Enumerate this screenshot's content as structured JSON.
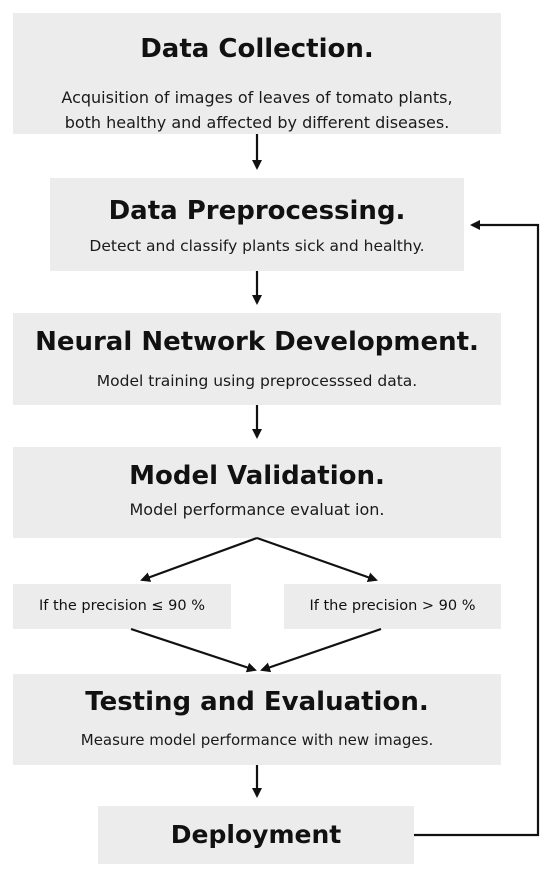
{
  "steps": {
    "data_collection": {
      "title": "Data Collection.",
      "desc_line1": "Acquisition of images of leaves of tomato plants,",
      "desc_line2": "both healthy and affected by different diseases."
    },
    "data_preprocessing": {
      "title": "Data Preprocessing.",
      "desc": "Detect and classify plants sick and healthy."
    },
    "neural_network": {
      "title": "Neural Network Development.",
      "desc": "Model training using preprocesssed data."
    },
    "model_validation": {
      "title": "Model Validation.",
      "desc": "Model performance evaluat ion."
    },
    "condition_low": "If the precision ≤ 90 %",
    "condition_high": "If the precision > 90 %",
    "testing": {
      "title": "Testing and Evaluation.",
      "desc": "Measure model performance with new images."
    },
    "deployment": {
      "title": "Deployment"
    }
  },
  "colors": {
    "box_fill": "#ececec",
    "arrow": "#111111"
  }
}
